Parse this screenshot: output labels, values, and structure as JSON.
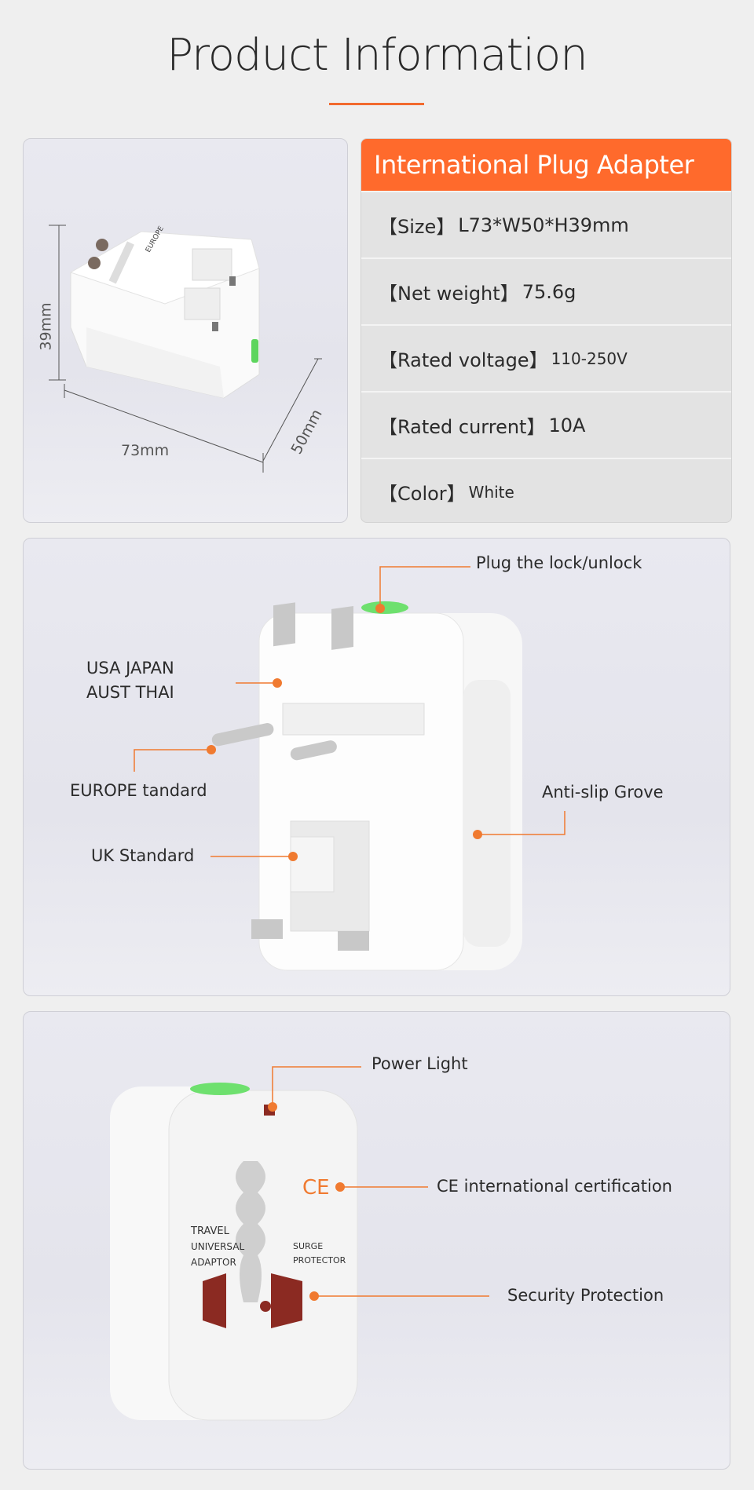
{
  "header": {
    "title": "Product Information",
    "accent_color": "#f26a2e"
  },
  "dimensions_panel": {
    "height_label": "39mm",
    "length_label": "73mm",
    "width_label": "50mm",
    "printed_text": "EUROPE"
  },
  "spec_table": {
    "title": "International Plug Adapter",
    "header_color": "#ff6a2c",
    "rows": [
      {
        "label": "【Size】",
        "value": "L73*W50*H39mm"
      },
      {
        "label": "【Net weight】",
        "value": "75.6g"
      },
      {
        "label": "【Rated voltage】",
        "value": "110-250V"
      },
      {
        "label": "【Rated current】",
        "value": "10A"
      },
      {
        "label": "【Color】",
        "value": "White"
      }
    ]
  },
  "features_panel": {
    "callouts": {
      "lock": "Plug the lock/unlock",
      "usa_line1": "USA JAPAN",
      "usa_line2": "AUST THAI",
      "europe": "EUROPE tandard",
      "uk": "UK Standard",
      "antislip": "Anti-slip Grove"
    }
  },
  "front_panel": {
    "callouts": {
      "power": "Power Light",
      "ce": "CE international certification",
      "security": "Security Protection"
    },
    "printed": {
      "ce_mark": "CE",
      "travel": "TRAVEL",
      "universal": "UNIVERSAL",
      "adaptor": "ADAPTOR",
      "surge": "SURGE",
      "protector": "PROTECTOR"
    }
  }
}
